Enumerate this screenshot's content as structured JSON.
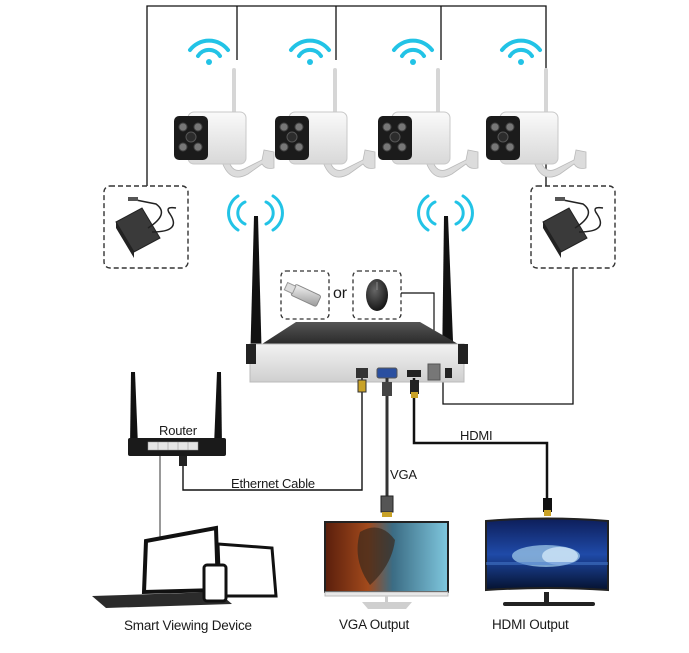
{
  "diagram": {
    "title": "Wireless NVR Security Camera System Connection Diagram",
    "colors": {
      "wifi": "#22c3e6",
      "line": "#111111",
      "camera_body": "#eeeeee",
      "nvr_body": "#e6e6e6",
      "nvr_top": "#3a3a3a",
      "dashed_box": "#333333",
      "gold": "#c9a227"
    },
    "cameras": [
      {
        "id": "camera-1",
        "icon": "wifi-icon"
      },
      {
        "id": "camera-2",
        "icon": "wifi-icon"
      },
      {
        "id": "camera-3",
        "icon": "wifi-icon"
      },
      {
        "id": "camera-4",
        "icon": "wifi-icon"
      }
    ],
    "power_adapters": [
      {
        "id": "power-adapter-left"
      },
      {
        "id": "power-adapter-right"
      }
    ],
    "accessories": {
      "usb_drive": "usb-flash-drive",
      "separator": "or",
      "mouse": "mouse"
    },
    "nvr": {
      "name": "NVR",
      "ports": [
        "Ethernet",
        "VGA",
        "HDMI",
        "USB",
        "DC Power"
      ]
    },
    "labels": {
      "router": "Router",
      "ethernet_cable": "Ethernet Cable",
      "vga": "VGA",
      "hdmi": "HDMI",
      "smart_device": "Smart Viewing Device",
      "vga_output": "VGA Output",
      "hdmi_output": "HDMI Output"
    }
  }
}
